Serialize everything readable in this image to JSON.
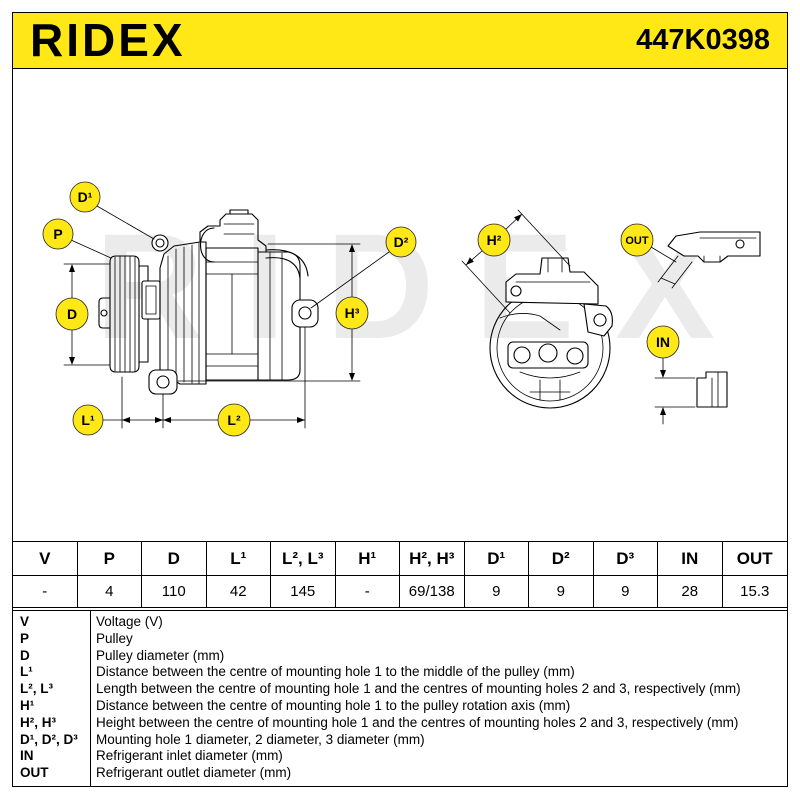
{
  "header": {
    "logo": "RIDEX",
    "part_number": "447K0398"
  },
  "watermark": "RIDEX",
  "drawing": {
    "labels": {
      "d1": "D¹",
      "p": "P",
      "d": "D",
      "h3": "H³",
      "d2": "D²",
      "l1": "L¹",
      "l2": "L²",
      "h2": "H²",
      "out": "OUT",
      "in": "IN"
    }
  },
  "spec_table": {
    "headers": [
      "V",
      "P",
      "D",
      "L¹",
      "L², L³",
      "H¹",
      "H², H³",
      "D¹",
      "D²",
      "D³",
      "IN",
      "OUT"
    ],
    "values": [
      "-",
      "4",
      "110",
      "42",
      "145",
      "-",
      "69/138",
      "9",
      "9",
      "9",
      "28",
      "15.3"
    ]
  },
  "legend": [
    {
      "abbr": "V",
      "desc": "Voltage (V)"
    },
    {
      "abbr": "P",
      "desc": "Pulley"
    },
    {
      "abbr": "D",
      "desc": "Pulley diameter (mm)"
    },
    {
      "abbr": "L¹",
      "desc": "Distance between the centre of mounting hole 1 to the middle of the pulley (mm)"
    },
    {
      "abbr": "L², L³",
      "desc": "Length between the centre of mounting hole 1 and the centres of mounting holes 2 and 3, respectively (mm)"
    },
    {
      "abbr": "H¹",
      "desc": "Distance between the centre of mounting hole 1 to the pulley rotation axis (mm)"
    },
    {
      "abbr": "H², H³",
      "desc": "Height between the centre of mounting hole 1 and the centres of mounting holes 2 and 3, respectively (mm)"
    },
    {
      "abbr": "D¹, D², D³",
      "desc": "Mounting hole 1 diameter, 2 diameter, 3 diameter (mm)"
    },
    {
      "abbr": "IN",
      "desc": "Refrigerant inlet diameter (mm)"
    },
    {
      "abbr": "OUT",
      "desc": "Refrigerant outlet diameter (mm)"
    }
  ],
  "colors": {
    "accent": "#ffe815",
    "line": "#000000",
    "watermark": "#ebebeb"
  }
}
